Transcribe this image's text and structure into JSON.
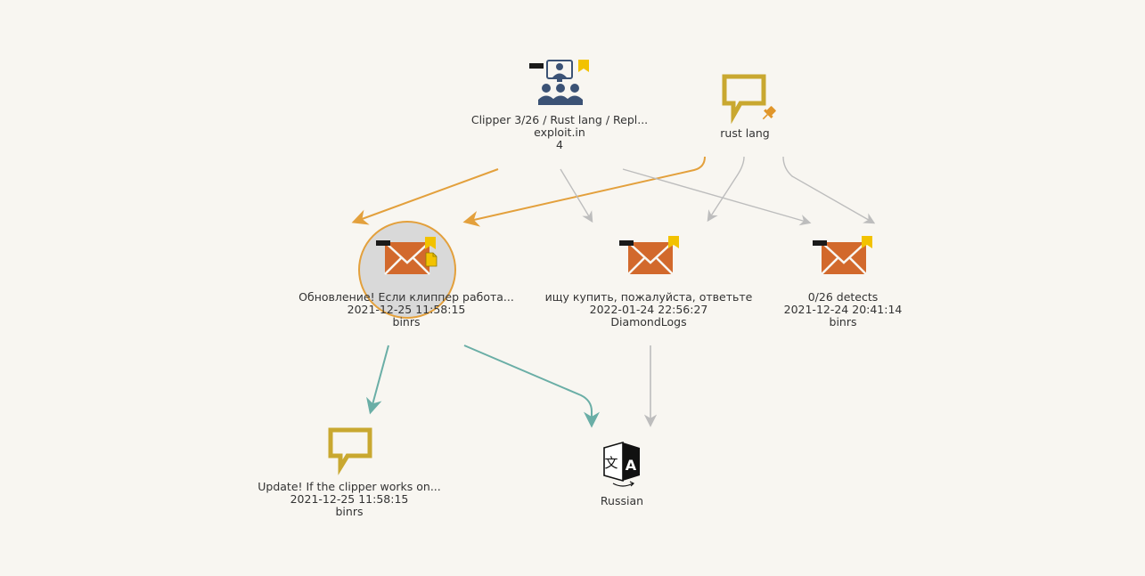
{
  "graph": {
    "nodes": [
      {
        "id": "forum",
        "icon": "forum-users-icon",
        "lines": [
          "Clipper 3/26 / Rust lang / Repl...",
          "exploit.in",
          "4"
        ],
        "bookmarked": true
      },
      {
        "id": "keyword",
        "icon": "speech-bubble-icon",
        "lines": [
          "rust lang"
        ],
        "pinned": true
      },
      {
        "id": "msg1",
        "icon": "envelope-icon",
        "lines": [
          "Обновление! Если клиппер работа...",
          "2021-12-25 11:58:15",
          "binrs"
        ],
        "bookmarked": true,
        "selected": true,
        "has_attachment": true
      },
      {
        "id": "msg2",
        "icon": "envelope-icon",
        "lines": [
          "ищу купить, пожалуйста, ответьте",
          "2022-01-24 22:56:27",
          "DiamondLogs"
        ],
        "bookmarked": true
      },
      {
        "id": "msg3",
        "icon": "envelope-icon",
        "lines": [
          "0/26 detects",
          "2021-12-24 20:41:14",
          "binrs"
        ],
        "bookmarked": true
      },
      {
        "id": "translation",
        "icon": "speech-bubble-icon",
        "lines": [
          "Update! If the clipper works on...",
          "2021-12-25 11:58:15",
          "binrs"
        ]
      },
      {
        "id": "language",
        "icon": "language-translate-icon",
        "lines": [
          "Russian"
        ]
      }
    ],
    "edges": [
      {
        "from": "forum",
        "to": "msg1",
        "kind": "highlight"
      },
      {
        "from": "keyword",
        "to": "msg1",
        "kind": "highlight"
      },
      {
        "from": "forum",
        "to": "msg2",
        "kind": "normal"
      },
      {
        "from": "forum",
        "to": "msg3",
        "kind": "normal"
      },
      {
        "from": "keyword",
        "to": "msg2",
        "kind": "normal"
      },
      {
        "from": "keyword",
        "to": "msg3",
        "kind": "normal"
      },
      {
        "from": "msg1",
        "to": "translation",
        "kind": "translation"
      },
      {
        "from": "msg1",
        "to": "language",
        "kind": "translation"
      },
      {
        "from": "msg2",
        "to": "language",
        "kind": "normal"
      }
    ]
  },
  "colors": {
    "background": "#f8f6f1",
    "envelope": "#d2692c",
    "bubble": "#c9a830",
    "forum_icon": "#3b5275",
    "bookmark": "#f2c200",
    "pin": "#e0962b",
    "highlight_edge": "#e3a03c",
    "normal_edge": "#bdbdbd",
    "translation_edge": "#6aaea6",
    "selection_fill": "#d9d9d9",
    "selection_ring": "#e3a03c"
  }
}
